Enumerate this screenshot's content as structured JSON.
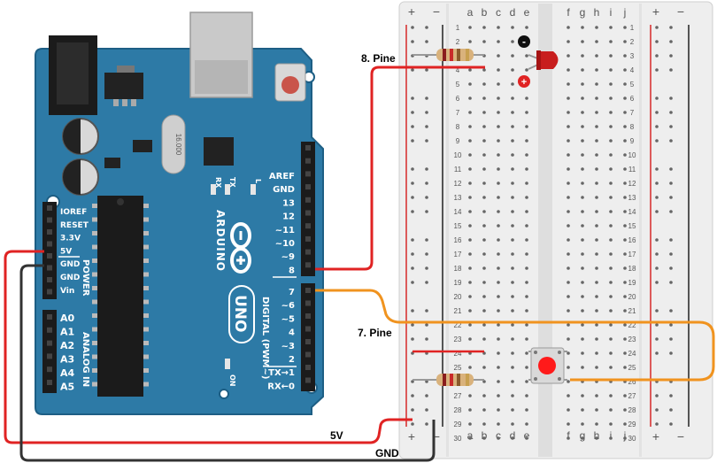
{
  "labels": {
    "pin8": "8. Pine",
    "pin7": "7. Pine",
    "five_v": "5V",
    "gnd": "GND"
  },
  "breadboard": {
    "columns_left": [
      "a",
      "b",
      "c",
      "d",
      "e"
    ],
    "columns_right": [
      "f",
      "g",
      "h",
      "i",
      "j"
    ],
    "rows": [
      "1",
      "2",
      "3",
      "4",
      "5",
      "6",
      "7",
      "8",
      "9",
      "10",
      "11",
      "12",
      "13",
      "14",
      "15",
      "16",
      "17",
      "18",
      "19",
      "20",
      "21",
      "22",
      "23",
      "24",
      "25",
      "26",
      "27",
      "28",
      "29",
      "30"
    ],
    "rail_plus": "+",
    "rail_minus": "−",
    "led_minus": "-",
    "led_plus": "+"
  },
  "arduino": {
    "model_text": "ARDUINO",
    "uno_text": "UNO",
    "digital_header": "DIGITAL (PWM~)",
    "power_header": "POWER",
    "analog_header": "ANALOG IN",
    "rx_label": "RX",
    "tx_label": "TX",
    "l_label": "L",
    "on_label": "ON",
    "crystal_text": "16.000",
    "digital_pins_top": [
      "AREF",
      "GND",
      "13",
      "12",
      "~11",
      "~10",
      "~9",
      "8"
    ],
    "digital_pins_bottom": [
      "7",
      "~6",
      "~5",
      "4",
      "~3",
      "2",
      "TX→1",
      "RX←0"
    ],
    "power_pins": [
      "IOREF",
      "RESET",
      "3.3V",
      "5V",
      "GND",
      "GND",
      "Vin"
    ],
    "analog_pins": [
      "A0",
      "A1",
      "A2",
      "A3",
      "A4",
      "A5"
    ]
  },
  "colors": {
    "arduino_blue": "#2d7aa6",
    "arduino_dark": "#1d5e84",
    "wire_red": "#e02323",
    "wire_orange": "#f0931f",
    "wire_black": "#333333",
    "led_red": "#c81e1e",
    "button_red": "#ff1a1a",
    "breadboard": "#ececec",
    "rail_red": "#d62828"
  }
}
